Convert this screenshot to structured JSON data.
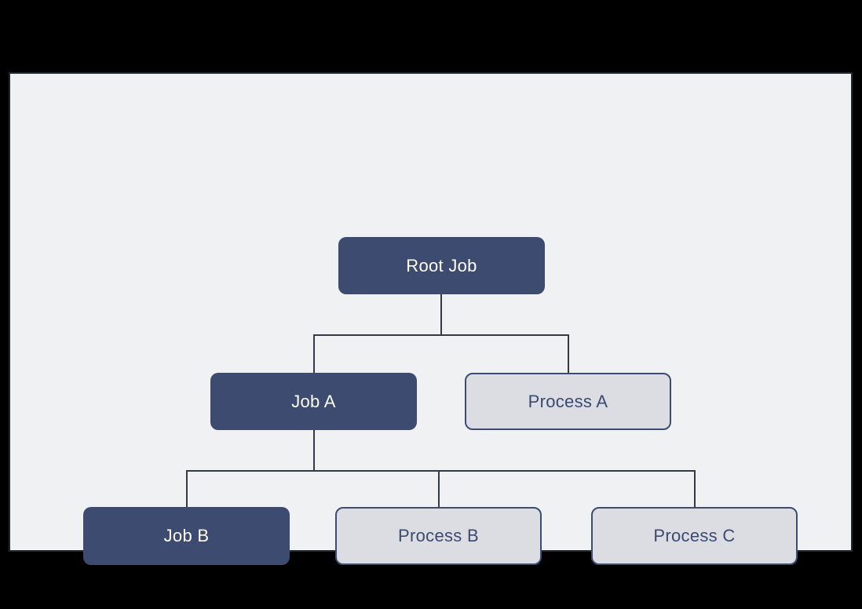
{
  "diagram": {
    "type": "tree",
    "nodes": {
      "root": {
        "label": "Root Job",
        "type": "job"
      },
      "job_a": {
        "label": "Job A",
        "type": "job"
      },
      "process_a": {
        "label": "Process A",
        "type": "process"
      },
      "job_b": {
        "label": "Job B",
        "type": "job"
      },
      "process_b": {
        "label": "Process B",
        "type": "process"
      },
      "process_c": {
        "label": "Process C",
        "type": "process"
      }
    },
    "edges": [
      {
        "from": "Root Job",
        "to": "Job A"
      },
      {
        "from": "Root Job",
        "to": "Process A"
      },
      {
        "from": "Job A",
        "to": "Job B"
      },
      {
        "from": "Job A",
        "to": "Process B"
      },
      {
        "from": "Job A",
        "to": "Process C"
      }
    ],
    "colors": {
      "page_background": "#000000",
      "canvas_background": "#f0f1f3",
      "job_fill": "#3d4b70",
      "job_text": "#ffffff",
      "process_fill": "#dcdde2",
      "process_border": "#3d4c75",
      "process_text": "#3c4a70",
      "connector": "#333a45"
    }
  }
}
